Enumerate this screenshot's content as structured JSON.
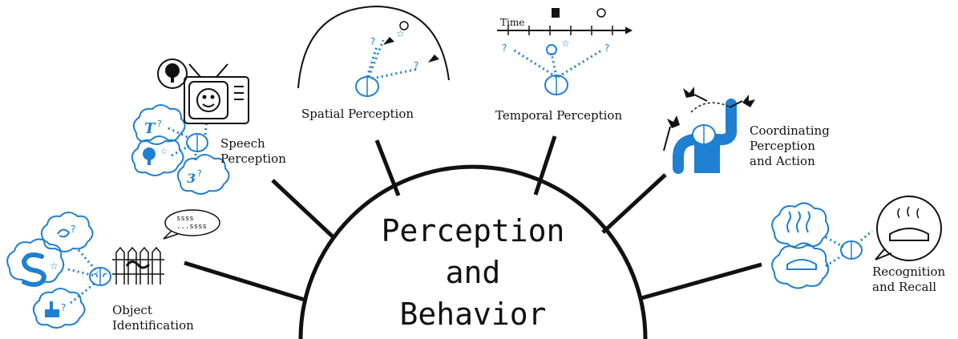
{
  "center": {
    "line1": "Perception",
    "line2": "and",
    "line3": "Behavior"
  },
  "labels": {
    "object_identification": [
      "Object",
      "Identification"
    ],
    "speech_perception": [
      "Speech",
      "Perception"
    ],
    "spatial_perception": "Spatial Perception",
    "temporal_perception": "Temporal Perception",
    "coordinating": [
      "Coordinating",
      "Perception",
      "and Action"
    ],
    "recognition": [
      "Recognition",
      "and Recall"
    ]
  },
  "timeline_label": "Time",
  "speech_bubble": [
    "ssss",
    "...ssss"
  ],
  "colors": {
    "line": "#111111",
    "accent": "#1f7fd0",
    "accent_light": "#7fbfe9"
  }
}
